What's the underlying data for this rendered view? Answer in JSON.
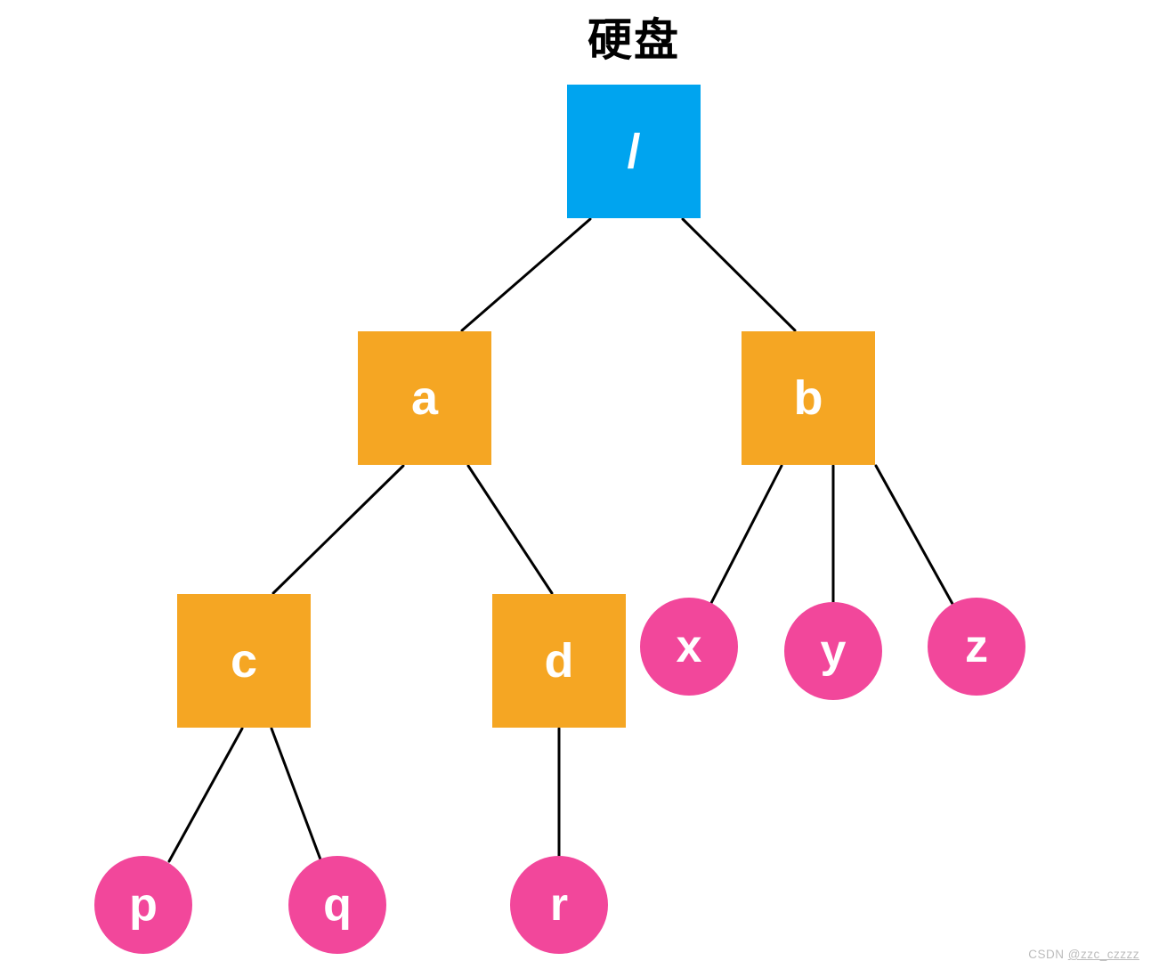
{
  "title": "硬盘",
  "colors": {
    "root_node": "#00A4EF",
    "directory_node": "#F5A623",
    "file_node": "#F2479B",
    "edge": "#000000",
    "title_text": "#000000",
    "node_text": "#ffffff",
    "watermark_text": "#bcbcbc"
  },
  "nodes": [
    {
      "id": "root",
      "label": "/",
      "shape": "square",
      "role": "root",
      "parent": null
    },
    {
      "id": "a",
      "label": "a",
      "shape": "square",
      "role": "directory",
      "parent": "root"
    },
    {
      "id": "b",
      "label": "b",
      "shape": "square",
      "role": "directory",
      "parent": "root"
    },
    {
      "id": "c",
      "label": "c",
      "shape": "square",
      "role": "directory",
      "parent": "a"
    },
    {
      "id": "d",
      "label": "d",
      "shape": "square",
      "role": "directory",
      "parent": "a"
    },
    {
      "id": "x",
      "label": "x",
      "shape": "circle",
      "role": "file",
      "parent": "b"
    },
    {
      "id": "y",
      "label": "y",
      "shape": "circle",
      "role": "file",
      "parent": "b"
    },
    {
      "id": "z",
      "label": "z",
      "shape": "circle",
      "role": "file",
      "parent": "b"
    },
    {
      "id": "p",
      "label": "p",
      "shape": "circle",
      "role": "file",
      "parent": "c"
    },
    {
      "id": "q",
      "label": "q",
      "shape": "circle",
      "role": "file",
      "parent": "c"
    },
    {
      "id": "r",
      "label": "r",
      "shape": "circle",
      "role": "file",
      "parent": "d"
    }
  ],
  "edges": [
    [
      "root",
      "a"
    ],
    [
      "root",
      "b"
    ],
    [
      "a",
      "c"
    ],
    [
      "a",
      "d"
    ],
    [
      "b",
      "x"
    ],
    [
      "b",
      "y"
    ],
    [
      "b",
      "z"
    ],
    [
      "c",
      "p"
    ],
    [
      "c",
      "q"
    ],
    [
      "d",
      "r"
    ]
  ],
  "watermark": {
    "prefix": "CSDN ",
    "handle": "@zzc_czzzz"
  }
}
